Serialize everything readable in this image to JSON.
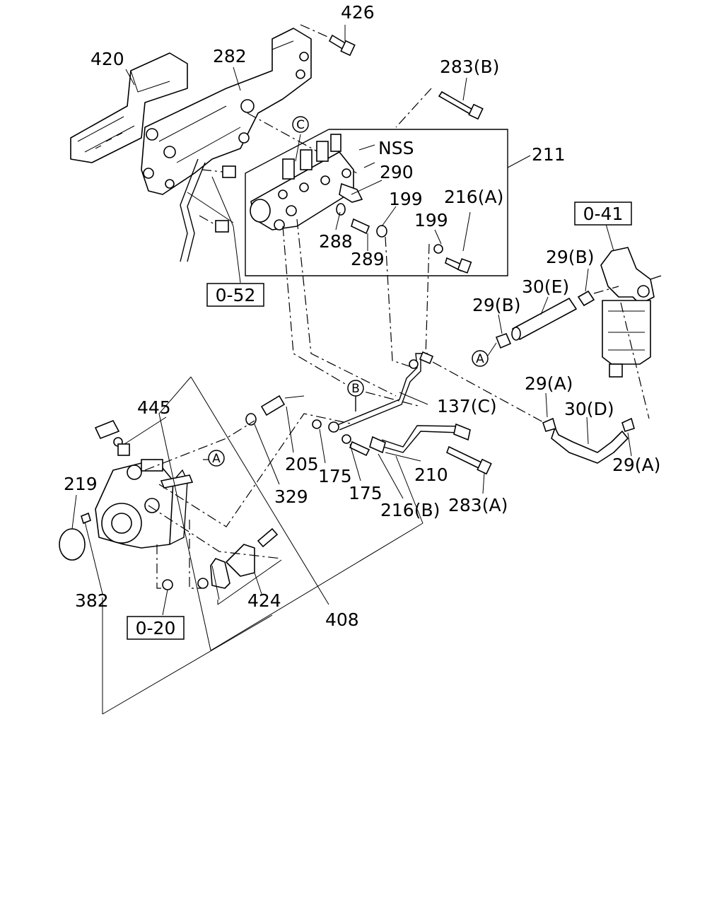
{
  "part_labels": {
    "p426": "426",
    "p420": "420",
    "p282": "282",
    "p283B": "283(B)",
    "p211": "211",
    "pNSS": "NSS",
    "p290": "290",
    "p199a": "199",
    "p216A": "216(A)",
    "p199b": "199",
    "p288": "288",
    "p289": "289",
    "p29B_top": "29(B)",
    "p30E": "30(E)",
    "p29B_left": "29(B)",
    "p29A_top": "29(A)",
    "p30D": "30(D)",
    "p29A_bottom": "29(A)",
    "p445": "445",
    "p137C": "137(C)",
    "p219": "219",
    "p205": "205",
    "p175a": "175",
    "p210": "210",
    "p329": "329",
    "p175b": "175",
    "p216B": "216(B)",
    "p283A": "283(A)",
    "p424": "424",
    "p382": "382",
    "p408": "408"
  },
  "reference_boxes": {
    "ref_052": "0-52",
    "ref_041": "0-41",
    "ref_020": "0-20"
  },
  "callout_circles": {
    "circle_C": "C",
    "circle_B": "B",
    "circle_A_right": "A",
    "circle_A_pump": "A"
  }
}
